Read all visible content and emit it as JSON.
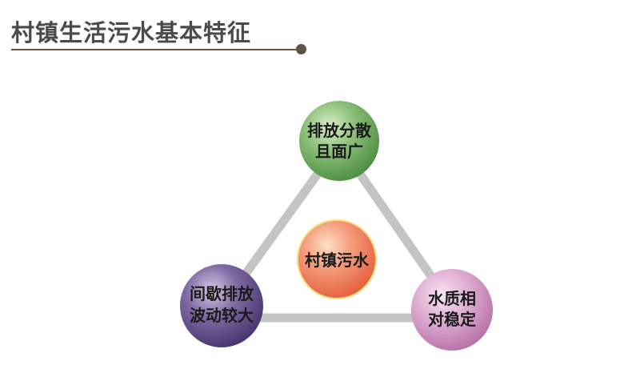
{
  "title": "村镇生活污水基本特征",
  "colors": {
    "title_text": "#4a4a4a",
    "rule": "#5e5346",
    "connector": "#c4c4c4",
    "center_node": "#f08a6c",
    "top_node": "#7db26a",
    "left_node": "#6f5b93",
    "right_node": "#d7a1cb"
  },
  "nodes": {
    "center": {
      "lines": [
        "村镇污水"
      ]
    },
    "top": {
      "lines": [
        "排放分散",
        "且面广"
      ]
    },
    "left": {
      "lines": [
        "间歇排放",
        "波动较大"
      ]
    },
    "right": {
      "lines": [
        "水质相",
        "对稳定"
      ]
    }
  }
}
